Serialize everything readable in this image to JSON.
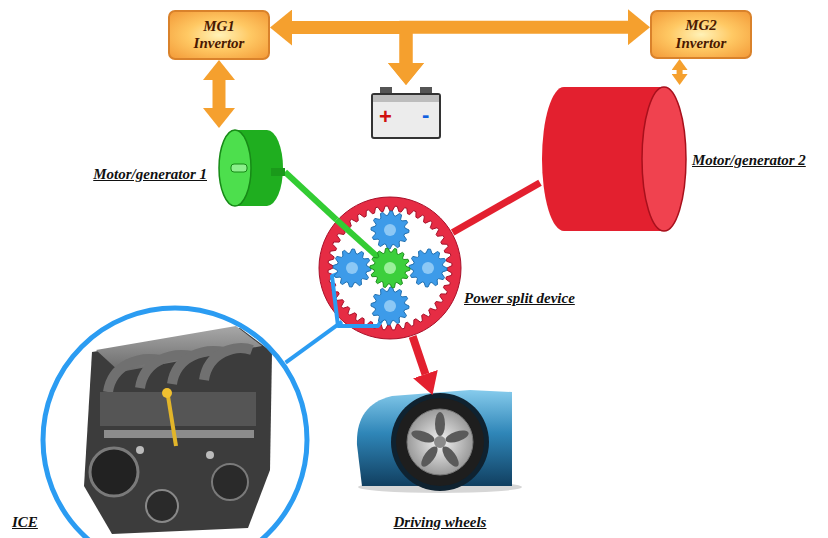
{
  "diagram": {
    "nodes": [
      {
        "text": [
          "MG1 Invertor"
        ]
      },
      {
        "text": [
          "MG2 Invertor"
        ]
      },
      {
        "text": [
          "+",
          "-"
        ]
      },
      {
        "text": [
          "Motor/generator 1"
        ]
      },
      {
        "text": [
          "Motor/generator 2"
        ]
      },
      {
        "text": [
          "Power split device"
        ]
      },
      {
        "text": [
          "ICE"
        ]
      },
      {
        "text": [
          "Driving wheels"
        ]
      }
    ],
    "edges": [
      {
        "from": 0,
        "to": 2,
        "arrow": "both"
      },
      {
        "from": 1,
        "to": 2,
        "arrow": "both"
      },
      {
        "from": 0,
        "to": 3,
        "arrow": "both"
      },
      {
        "from": 1,
        "to": 4,
        "arrow": "both"
      },
      {
        "from": 3,
        "to": 5,
        "arrow": "none"
      },
      {
        "from": 4,
        "to": 5,
        "arrow": "none"
      },
      {
        "from": 6,
        "to": 5,
        "arrow": "none"
      },
      {
        "from": 5,
        "to": 7,
        "arrow": "to"
      }
    ]
  }
}
